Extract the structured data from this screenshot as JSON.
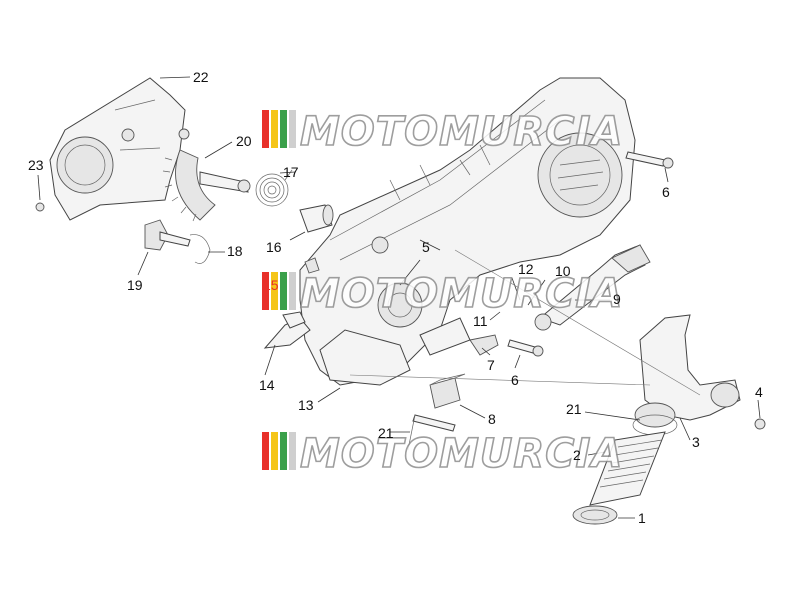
{
  "watermark": {
    "text": "MOTOMURCIA",
    "colors": [
      "#e8302a",
      "#f5c518",
      "#3aa04a",
      "#cfcfcf"
    ]
  },
  "labels": [
    "22",
    "20",
    "23",
    "17",
    "16",
    "18",
    "19",
    "5",
    "15",
    "12",
    "10",
    "9",
    "11",
    "7",
    "6",
    "6",
    "14",
    "13",
    "8",
    "21",
    "21",
    "2",
    "3",
    "4",
    "1"
  ],
  "colors": {
    "line": "#333333",
    "part_fill": "#f4f4f4",
    "label": "#111111"
  }
}
